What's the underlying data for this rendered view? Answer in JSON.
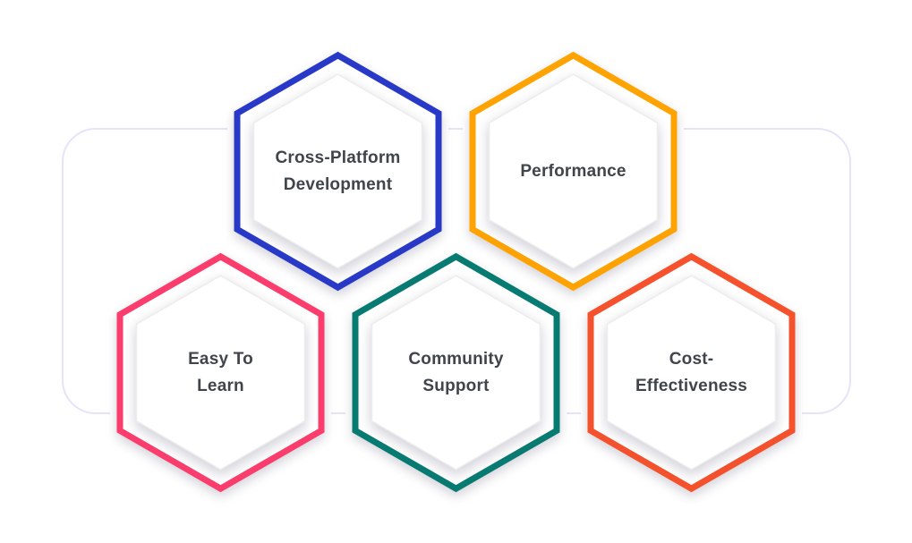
{
  "page": {
    "background_color": "#ffffff",
    "text_color": "#40454B"
  },
  "frame": {
    "border_color": "#E8E2F9"
  },
  "hexagons": [
    {
      "name": "cross-platform-development",
      "label": "Cross-Platform Development",
      "line1": "Cross-Platform",
      "line2": "Development",
      "color": "#2839C8"
    },
    {
      "name": "performance",
      "label": "Performance",
      "line1": "Performance",
      "line2": "",
      "color": "#FFA303"
    },
    {
      "name": "easy-to-learn",
      "label": "Easy To Learn",
      "line1": "Easy To",
      "line2": "Learn",
      "color": "#FA3D6C"
    },
    {
      "name": "community-support",
      "label": "Community Support",
      "line1": "Community",
      "line2": "Support",
      "color": "#077A71"
    },
    {
      "name": "cost-effectiveness",
      "label": "Cost-Effectiveness",
      "line1": "Cost-",
      "line2": "Effectiveness",
      "color": "#F4512C"
    }
  ]
}
